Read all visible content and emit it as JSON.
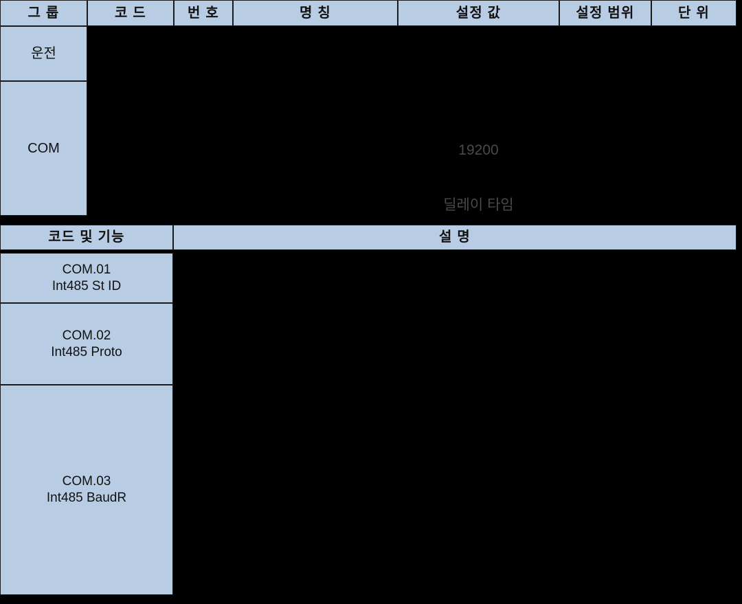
{
  "table_one": {
    "headers": [
      {
        "label": "그 룹",
        "name": "col-group"
      },
      {
        "label": "코 드",
        "name": "col-code"
      },
      {
        "label": "번 호",
        "name": "col-number"
      },
      {
        "label": "명 칭",
        "name": "col-name"
      },
      {
        "label": "설정 값",
        "name": "col-set-value"
      },
      {
        "label": "설정 범위",
        "name": "col-set-range"
      },
      {
        "label": "단 위",
        "name": "col-unit"
      }
    ],
    "groups": [
      {
        "label": "운전",
        "name": "group-run"
      },
      {
        "label": "COM",
        "name": "group-com"
      }
    ],
    "values": [
      {
        "text": "19200",
        "name": "value-baudrate"
      },
      {
        "text": "딜레이 타임",
        "name": "value-delay-time"
      }
    ]
  },
  "table_two": {
    "headers": [
      {
        "label": "코드 및 기능",
        "name": "col-code-function"
      },
      {
        "label": "설 명",
        "name": "col-description"
      }
    ],
    "rows": [
      {
        "code": "COM.01",
        "function": "Int485 St ID",
        "name": "row-com01"
      },
      {
        "code": "COM.02",
        "function": "Int485 Proto",
        "name": "row-com02"
      },
      {
        "code": "COM.03",
        "function": "Int485 BaudR",
        "name": "row-com03"
      }
    ]
  },
  "colors": {
    "cell_fill": "#b8cce4",
    "border": "#1a1a1a",
    "text": "#111111",
    "ghost_text": "#4a4a4a",
    "background": "#000000"
  }
}
